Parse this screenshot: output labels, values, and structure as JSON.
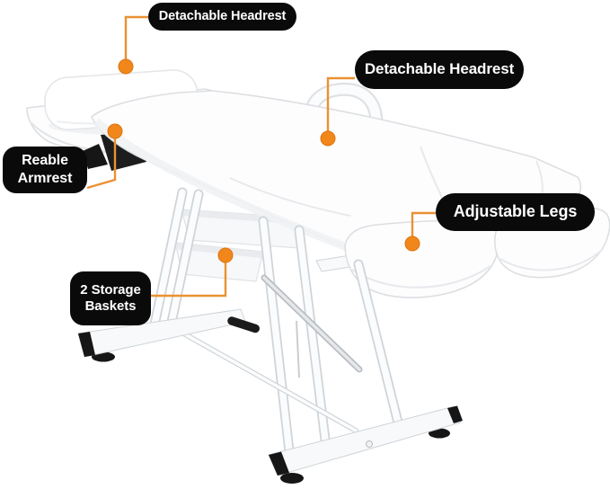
{
  "page": {
    "background": "#ffffff",
    "description": "Annotated product image of a white adjustable massage / tattoo bed chair"
  },
  "colors": {
    "label_bg": "#0a0a0a",
    "label_text": "#ffffff",
    "connector_line": "#ea9132",
    "marker_fill": "#f1871b",
    "marker_stroke": "#de7410",
    "bed_fill": "#fdfdfe",
    "bed_outline": "#dcdfe2",
    "frame_outline": "#cfd4d8",
    "frame_fill": "#f8f9fa",
    "dark_part": "#161616"
  },
  "callouts": [
    {
      "id": "detachable-headrest-left",
      "label": "Detachable Headrest"
    },
    {
      "id": "detachable-headrest-right",
      "label": "Detachable Headrest"
    },
    {
      "id": "reable-armrest",
      "label": "Reable Armrest",
      "lines": [
        "Reable",
        "Armrest"
      ]
    },
    {
      "id": "adjustable-legs",
      "label": "Adjustable Legs"
    },
    {
      "id": "storage-baskets",
      "label": "2 Storage Baskets",
      "lines": [
        "2 Storage",
        "Baskets"
      ]
    }
  ],
  "product": {
    "type": "massage-bed-chair",
    "visible_parts": [
      "headrest-pillow",
      "head-platform",
      "black-armrest-pads",
      "side-handle-loop",
      "bed-surface",
      "two-split-leg-cushions",
      "two-storage-baskets",
      "white-metal-frame",
      "black-end-caps-and-feet",
      "adjustment-handle"
    ]
  }
}
